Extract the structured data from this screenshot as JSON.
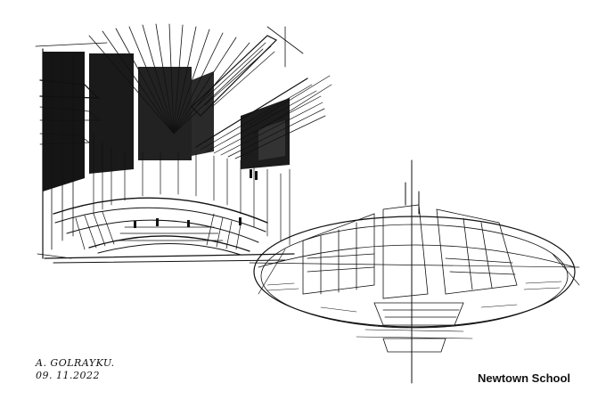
{
  "artwork": {
    "caption": "Newtown School",
    "signature_name": "A. GOLRAYKU.",
    "signature_date": "09. 11.2022",
    "ink_color": "#111111",
    "paper_color": "#ffffff"
  }
}
